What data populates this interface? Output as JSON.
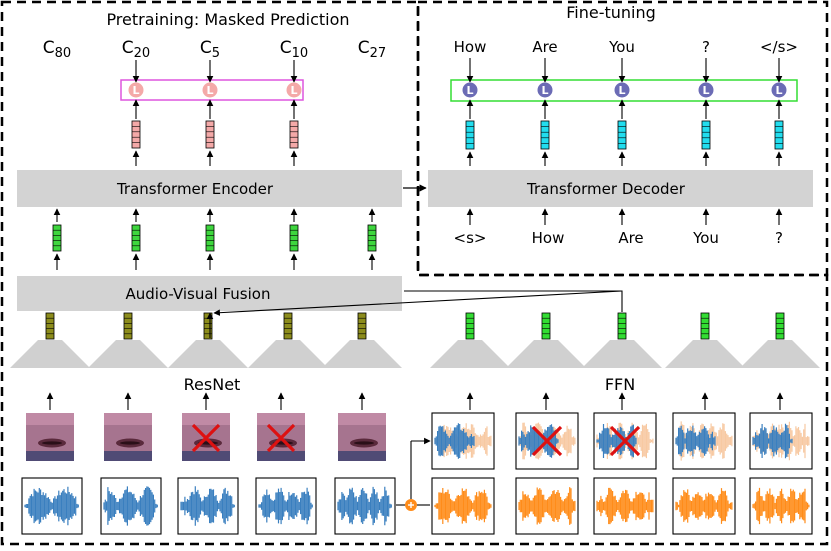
{
  "pretraining": {
    "title": "Pretraining: Masked Prediction",
    "targets": [
      {
        "base": "C",
        "sub": "80"
      },
      {
        "base": "C",
        "sub": "20"
      },
      {
        "base": "C",
        "sub": "5"
      },
      {
        "base": "C",
        "sub": "10"
      },
      {
        "base": "C",
        "sub": "27"
      }
    ],
    "encoder_label": "Transformer Encoder",
    "fusion_label": "Audio-Visual Fusion",
    "resnet_label": "ResNet",
    "ffn_label": "FFN",
    "loss_symbol": "L"
  },
  "finetuning": {
    "title": "Fine-tuning",
    "outputs": [
      "How",
      "Are",
      "You",
      "?",
      "</s>"
    ],
    "inputs": [
      "<s>",
      "How",
      "Are",
      "You",
      "?"
    ],
    "decoder_label": "Transformer Decoder",
    "loss_symbol": "L"
  },
  "colors": {
    "pink_loss": "#f4a9a8",
    "pink_box": "#dd55dd",
    "purple_loss": "#6b6bb5",
    "green_box": "#33dd33",
    "cyan_feature": "#22ddee",
    "green_feature": "#22dd22",
    "olive_feature": "#8c8c1c",
    "pink_feature": "#f4a9a8",
    "lime_feature": "#33dd33",
    "block_gray": "#d3d3d3",
    "audio_blue": "#3a7fbf",
    "audio_orange": "#ff8c1a",
    "mask_red": "#dd1111"
  },
  "icons": [
    "loss-circle-icon",
    "mask-cross-icon",
    "add-noise-icon"
  ]
}
